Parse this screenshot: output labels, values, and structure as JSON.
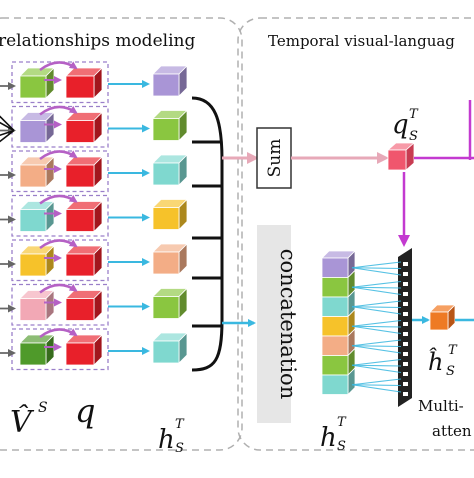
{
  "panels": {
    "left_title": "relationships modeling",
    "right_title": "Temporal visual-languag"
  },
  "labels": {
    "sum": "Sum",
    "concatenation": "concatenation",
    "v_hat": "V̂",
    "v_hat_sup": "S",
    "q": "q",
    "h_mid": "h",
    "h_mid_sub": "S",
    "h_mid_sup": "T",
    "q_top": "q",
    "q_top_sub": "S",
    "q_top_sup": "T",
    "h_bottom": "h",
    "h_bottom_sub": "S",
    "h_bottom_sup": "T",
    "h_hat": "ĥ",
    "h_hat_sub": "S",
    "h_hat_sup": "T",
    "multi": "Multi-",
    "atten": "atten"
  },
  "colors": {
    "red_cube": "#e8202a",
    "rows": [
      "#8ac640",
      "#a995d6",
      "#f3ad86",
      "#7fd8cf",
      "#f6c22a",
      "#f2a8b5",
      "#4f9a2a"
    ],
    "mid_cubes": [
      "#a995d6",
      "#8ac640",
      "#7fd8cf",
      "#f6c22a",
      "#f3ad86",
      "#8ac640",
      "#7fd8cf"
    ],
    "stack": [
      "#a995d6",
      "#8ac640",
      "#7fd8cf",
      "#f6c22a",
      "#f3ad86",
      "#8ac640",
      "#7fd8cf"
    ],
    "arrow_blue": "#3ab8e0",
    "arrow_pink": "#e7a9b8",
    "arrow_magenta": "#c33ad0",
    "q_cube": "#f0566d",
    "orange_cube": "#ee7a24",
    "curve_purple": "#b561c5",
    "dashed_box": "#9a7fc9",
    "panel_border": "#b0b0b0",
    "concat_bg": "#e6e6e6"
  }
}
